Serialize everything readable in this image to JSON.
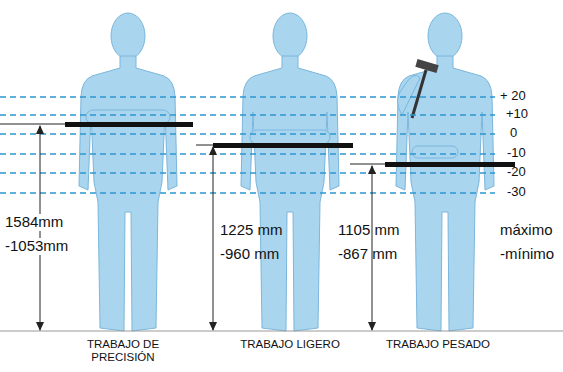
{
  "diagram": {
    "labels": [
      "+ 20",
      "+10",
      "0",
      "-10",
      "-20",
      "-30",
      "1584mm",
      "-1053mm",
      "1225 mm",
      "-960 mm",
      "1105 mm",
      "-867 mm",
      "máximo",
      "-mínimo",
      "TRABAJO DE PRECISIÓN",
      "TRABAJO LIGERO",
      "TRABAJO PESADO"
    ]
  }
}
